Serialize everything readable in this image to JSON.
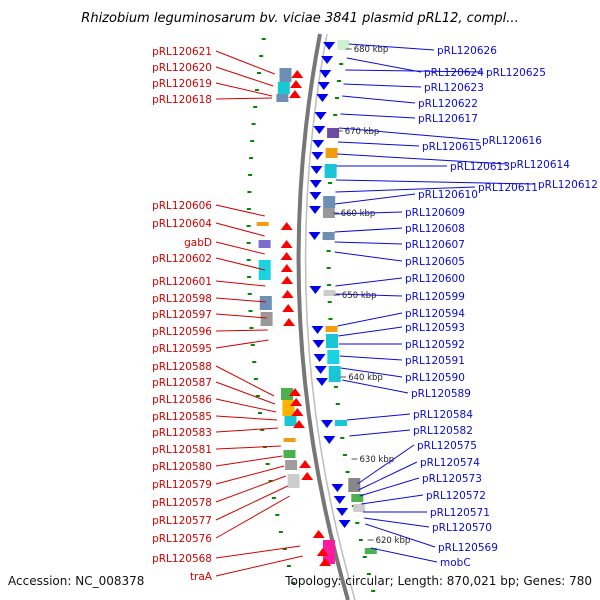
{
  "title": "Rhizobium leguminosarum bv. viciae 3841 plasmid pRL12, compl...",
  "footer": {
    "accession": "Accession: NC_008378",
    "summary": "Topology: circular; Length: 870,021 bp; Genes: 780"
  },
  "colors": {
    "left_label": "#d40000",
    "right_label": "#0a0ad8",
    "backbone": "#8c8c8c",
    "forward_strand": "#ff0000",
    "reverse_strand": "#0000ee",
    "gc_tick": "#008800"
  },
  "kbp_markers": [
    {
      "label": "680 kbp"
    },
    {
      "label": "670 kbp"
    },
    {
      "label": "660 kbp"
    },
    {
      "label": "650 kbp"
    },
    {
      "label": "640 kbp"
    },
    {
      "label": "630 kbp"
    },
    {
      "label": "620 kbp"
    }
  ],
  "left_labels": [
    "pRL120621",
    "pRL120620",
    "pRL120619",
    "pRL120618",
    "pRL120606",
    "pRL120604",
    "gabD",
    "pRL120602",
    "pRL120601",
    "pRL120598",
    "pRL120597",
    "pRL120596",
    "pRL120595",
    "pRL120588",
    "pRL120587",
    "pRL120586",
    "pRL120585",
    "pRL120583",
    "pRL120581",
    "pRL120580",
    "pRL120579",
    "pRL120578",
    "pRL120577",
    "pRL120576",
    "pRL120568",
    "traA"
  ],
  "right_labels": [
    "pRL120626",
    "pRL120624",
    "pRL120625",
    "pRL120623",
    "pRL120622",
    "pRL120617",
    "pRL120616",
    "pRL120615",
    "pRL120614",
    "pRL120613",
    "pRL120612",
    "pRL120611",
    "pRL120610",
    "pRL120609",
    "pRL120608",
    "pRL120607",
    "pRL120605",
    "pRL120600",
    "pRL120599",
    "pRL120594",
    "pRL120593",
    "pRL120592",
    "pRL120591",
    "pRL120590",
    "pRL120589",
    "pRL120584",
    "pRL120582",
    "pRL120575",
    "pRL120574",
    "pRL120573",
    "pRL120572",
    "pRL120571",
    "pRL120570",
    "pRL120569",
    "mobC"
  ]
}
